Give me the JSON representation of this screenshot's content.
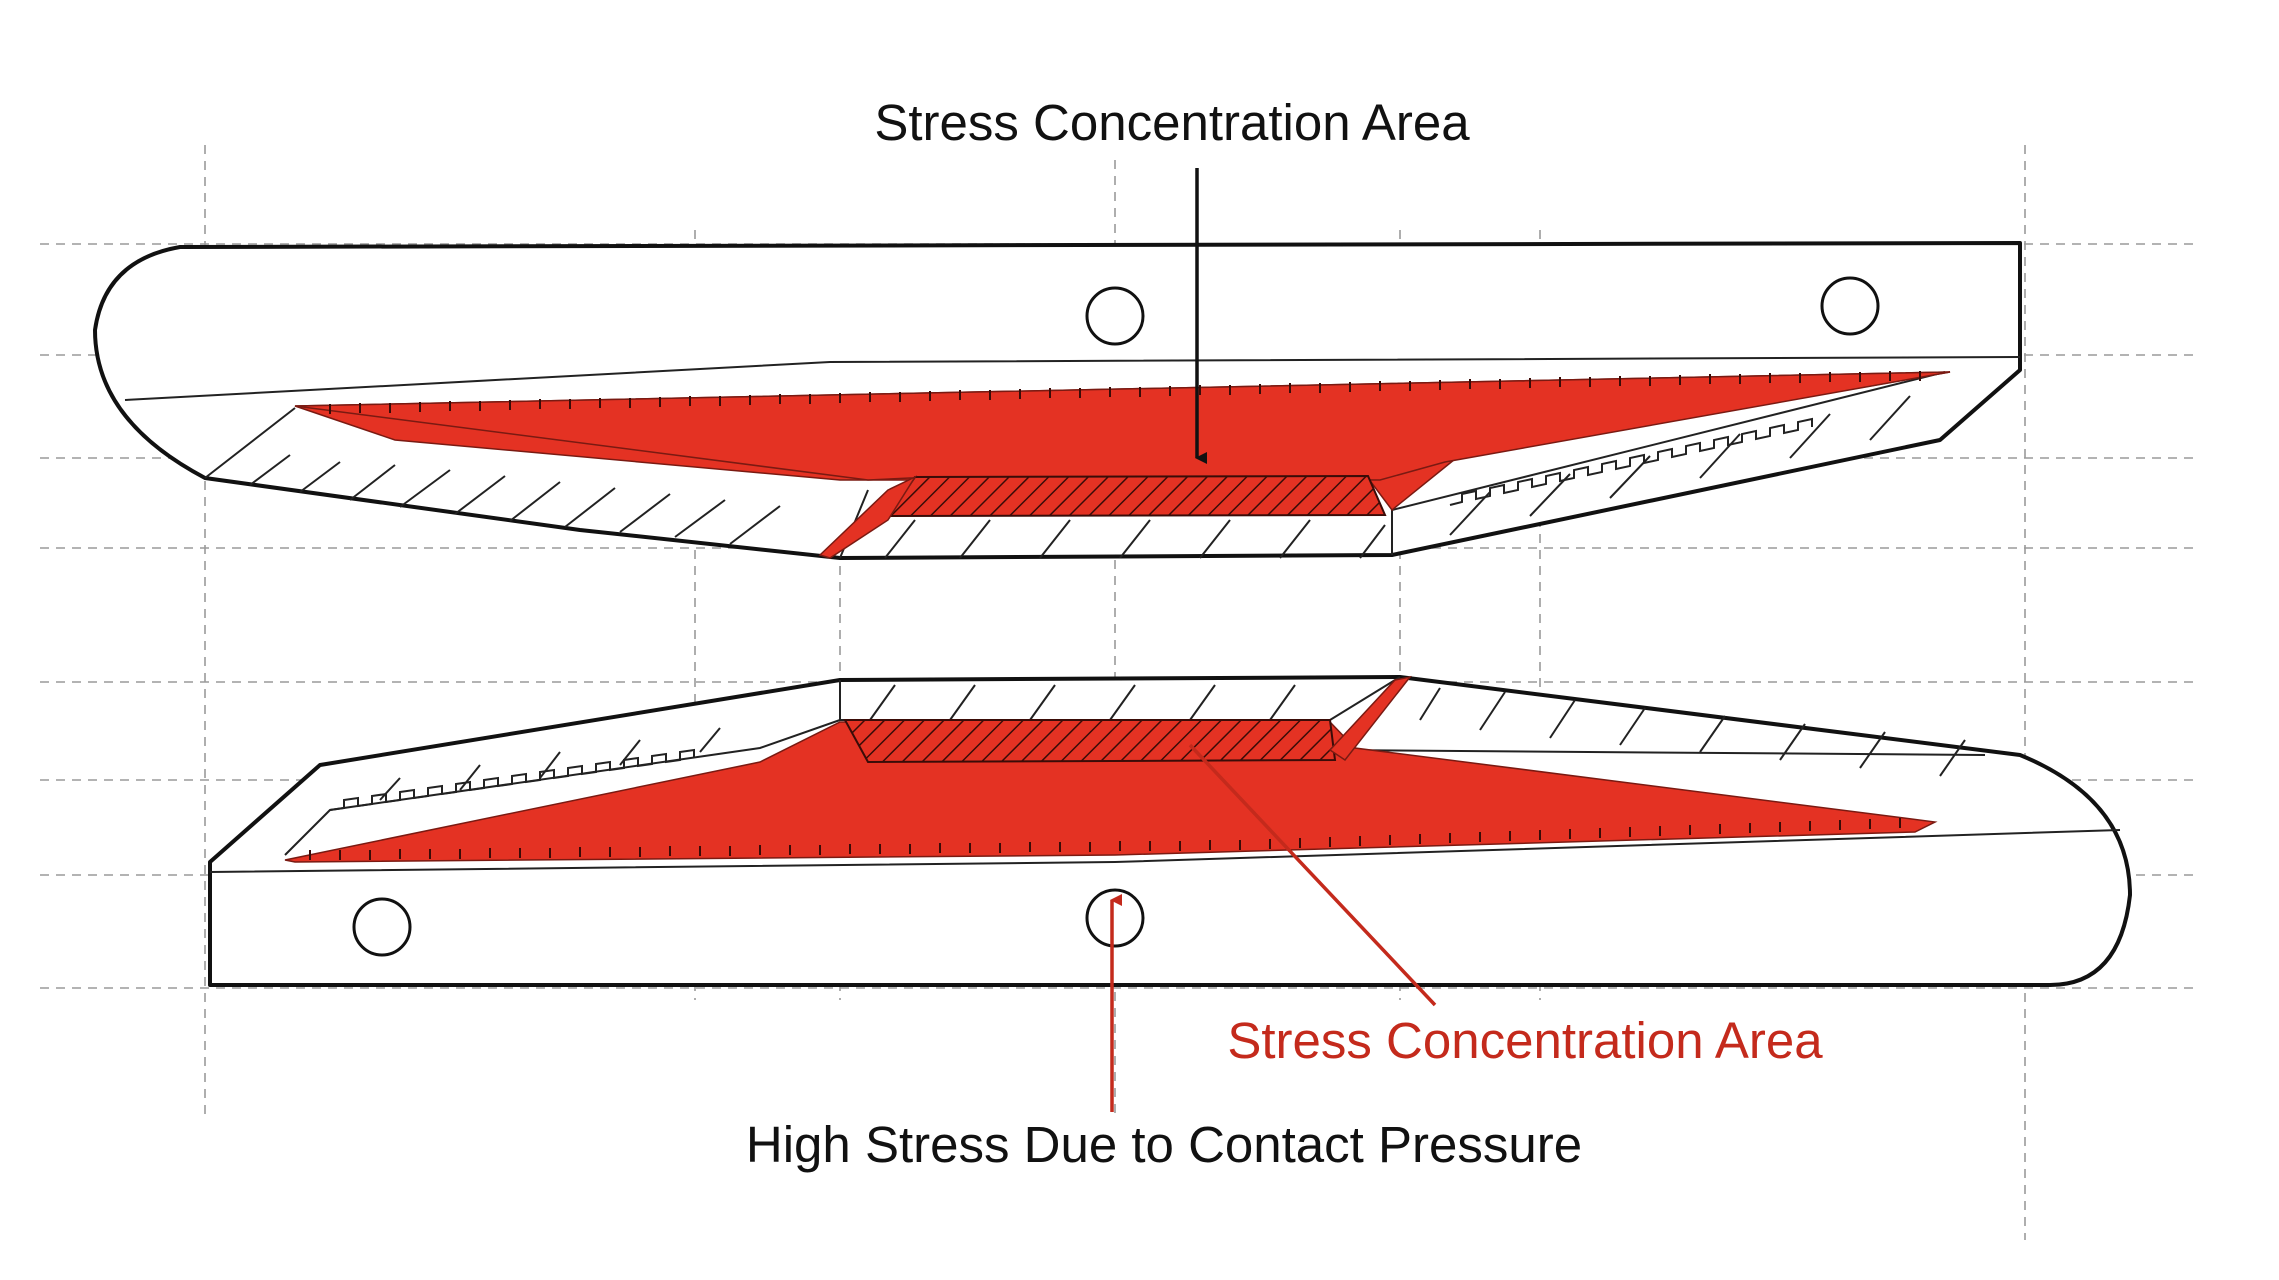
{
  "labels": {
    "top_callout": "Stress Concentration Area",
    "bottom_red_callout": "Stress Concentration Area",
    "bottom_callout": "High Stress Due to Contact Pressure"
  },
  "colors": {
    "stress_fill": "#e43223",
    "red_callout_text": "#c42a1c",
    "outline": "#111111",
    "guide_lines": "#9a9a9a"
  }
}
